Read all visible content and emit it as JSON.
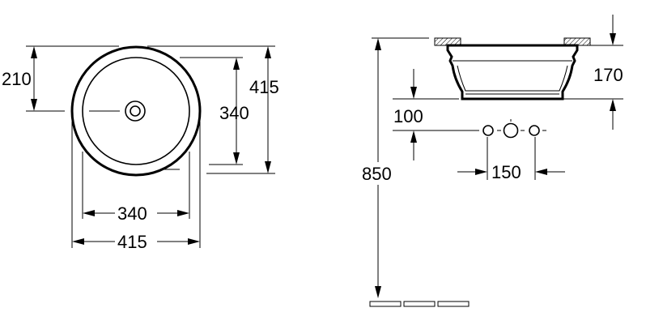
{
  "plan_view": {
    "outer_diameter_label": "415",
    "inner_diameter_label": "340",
    "outer_height_label": "415",
    "inner_height_label": "340",
    "drain_offset_label": "210"
  },
  "side_view": {
    "basin_depth_label": "170",
    "tap_height_label": "100",
    "tap_spacing_label": "150",
    "floor_height_label": "850"
  }
}
